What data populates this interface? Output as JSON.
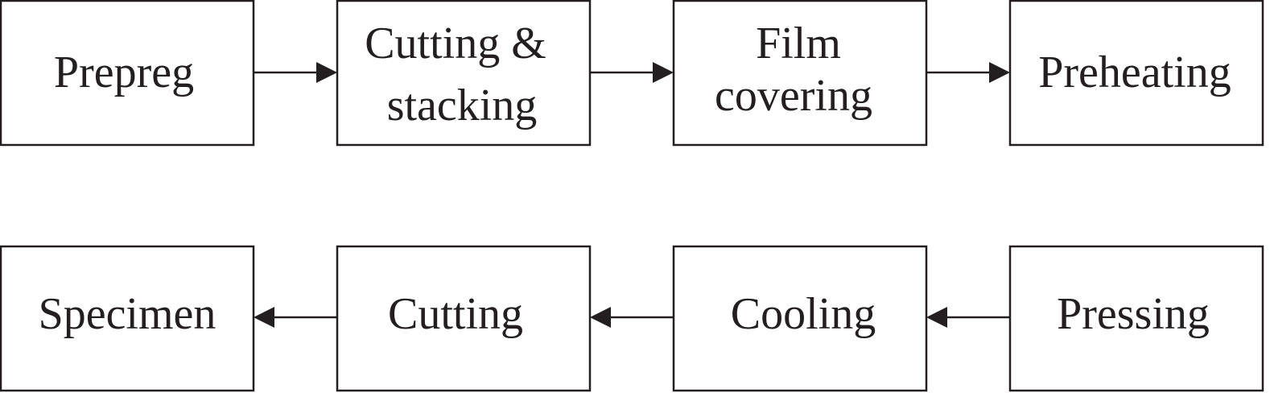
{
  "steps": {
    "prepreg": {
      "lines": [
        "Prepreg"
      ]
    },
    "cutting_stacking": {
      "lines": [
        "Cutting &",
        "stacking"
      ]
    },
    "film_covering": {
      "lines": [
        "Film",
        "covering"
      ]
    },
    "preheating": {
      "lines": [
        "Preheating"
      ]
    },
    "pressing": {
      "lines": [
        "Pressing"
      ]
    },
    "cooling": {
      "lines": [
        "Cooling"
      ]
    },
    "cutting": {
      "lines": [
        "Cutting"
      ]
    },
    "specimen": {
      "lines": [
        "Specimen"
      ]
    }
  },
  "flow": [
    "prepreg",
    "cutting_stacking",
    "film_covering",
    "preheating",
    "pressing",
    "cooling",
    "cutting",
    "specimen"
  ],
  "colors": {
    "stroke": "#231f20",
    "background": "#ffffff"
  }
}
